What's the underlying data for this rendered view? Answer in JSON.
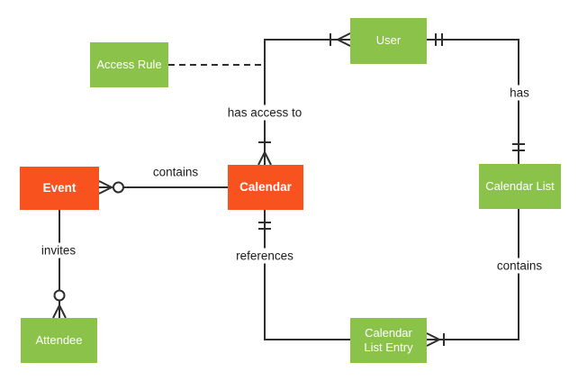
{
  "diagram": {
    "type": "entity-relationship-crowsfoot",
    "background": "#ffffff",
    "colors": {
      "entity_green": "#8bc34a",
      "entity_orange": "#f8521f",
      "entity_text": "#ffffff",
      "connector": "#2e2e2e",
      "label_text": "#1c1c1c"
    },
    "entities": {
      "access_rule": {
        "label": "Access Rule",
        "color": "green"
      },
      "user": {
        "label": "User",
        "color": "green"
      },
      "event": {
        "label": "Event",
        "color": "orange"
      },
      "calendar": {
        "label": "Calendar",
        "color": "orange"
      },
      "calendar_list": {
        "label": "Calendar List",
        "color": "green"
      },
      "attendee": {
        "label": "Attendee",
        "color": "green"
      },
      "calendar_list_entry": {
        "label": "Calendar List Entry",
        "color": "green"
      }
    },
    "relationships": {
      "event_calendar": {
        "label": "contains",
        "from": "Calendar",
        "to": "Event",
        "to_cardinality": "zero-or-many"
      },
      "calendar_user": {
        "label": "has access to",
        "from": "Calendar",
        "to": "User",
        "from_cardinality": "one-or-many",
        "to_cardinality": "one-or-many"
      },
      "user_calendar_list": {
        "label": "has",
        "from": "User",
        "to": "Calendar List",
        "from_cardinality": "one-and-only-one",
        "to_cardinality": "one-and-only-one"
      },
      "list_entry_contains": {
        "label": "contains",
        "from": "Calendar List",
        "to": "Calendar List Entry",
        "to_cardinality": "one-or-many"
      },
      "calendar_references": {
        "label": "references",
        "from": "Calendar",
        "to": "Calendar List Entry",
        "from_cardinality": "one-and-only-one"
      },
      "event_attendee": {
        "label": "invites",
        "from": "Event",
        "to": "Attendee",
        "to_cardinality": "zero-or-many"
      },
      "access_rule_link": {
        "label": "",
        "from": "Access Rule",
        "to": "calendar_user connector",
        "style": "dashed"
      }
    }
  }
}
